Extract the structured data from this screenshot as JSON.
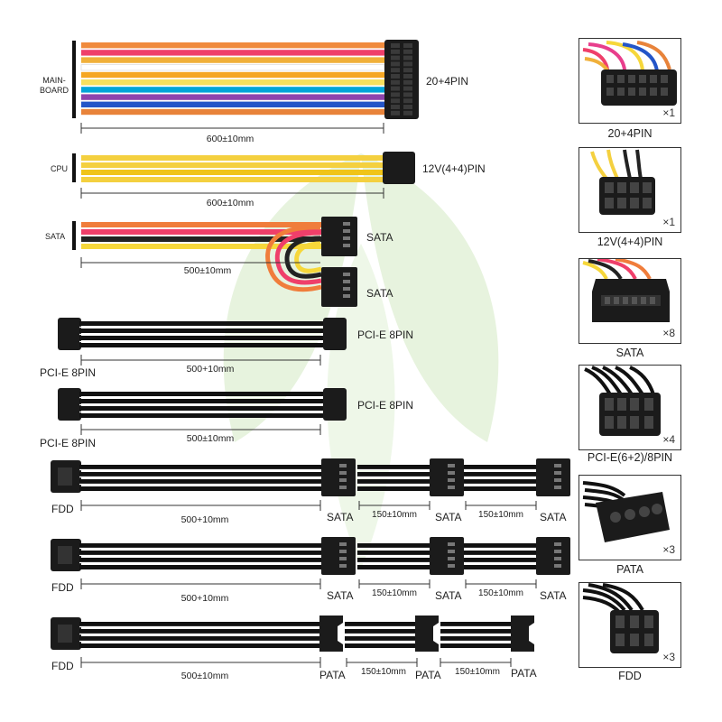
{
  "cables": {
    "mainboard": {
      "label_line1": "MAIN-",
      "label_line2": "BOARD",
      "connector": "20+4PIN",
      "length": "600±10mm"
    },
    "cpu": {
      "label": "CPU",
      "connector": "12V(4+4)PIN",
      "length": "600±10mm"
    },
    "sata_main": {
      "label": "SATA",
      "connector1": "SATA",
      "connector2": "SATA",
      "length": "500±10mm"
    },
    "pcie1": {
      "left_label": "PCI-E 8PIN",
      "right_label": "PCI-E 8PIN",
      "length": "500+10mm"
    },
    "pcie2": {
      "left_label": "PCI-E 8PIN",
      "right_label": "PCI-E 8PIN",
      "length": "500±10mm"
    },
    "fdd_sata1": {
      "left_label": "FDD",
      "length": "500+10mm",
      "seg1": "150±10mm",
      "seg2": "150±10mm",
      "conn1": "SATA",
      "conn2": "SATA",
      "conn3": "SATA"
    },
    "fdd_sata2": {
      "left_label": "FDD",
      "length": "500+10mm",
      "seg1": "150±10mm",
      "seg2": "150±10mm",
      "conn1": "SATA",
      "conn2": "SATA",
      "conn3": "SATA"
    },
    "fdd_pata": {
      "left_label": "FDD",
      "length": "500±10mm",
      "seg1": "150±10mm",
      "seg2": "150±10mm",
      "conn1": "PATA",
      "conn2": "PATA",
      "conn3": "PATA"
    }
  },
  "cards": [
    {
      "icon": "atx-24pin-connector-icon",
      "qty": "×1",
      "caption": "20+4PIN"
    },
    {
      "icon": "eps-8pin-connector-icon",
      "qty": "×1",
      "caption": "12V(4+4)PIN"
    },
    {
      "icon": "sata-power-connector-icon",
      "qty": "×8",
      "caption": "SATA"
    },
    {
      "icon": "pcie-8pin-connector-icon",
      "qty": "×4",
      "caption": "PCI-E(6+2)/8PIN"
    },
    {
      "icon": "molex-pata-connector-icon",
      "qty": "×3",
      "caption": "PATA"
    },
    {
      "icon": "fdd-connector-icon",
      "qty": "×3",
      "caption": "FDD"
    }
  ],
  "colors": {
    "mainboard_wires": [
      "#f08a3c",
      "#ef3f6a",
      "#f0b03a",
      "#ffffff",
      "#f5a623",
      "#f6e05e",
      "#00a5d8",
      "#8e44ad",
      "#2455c8",
      "#e8833a"
    ],
    "wire_black": "#111111",
    "connector": "#1a1a1a",
    "watermark": "#e6f2dc"
  }
}
